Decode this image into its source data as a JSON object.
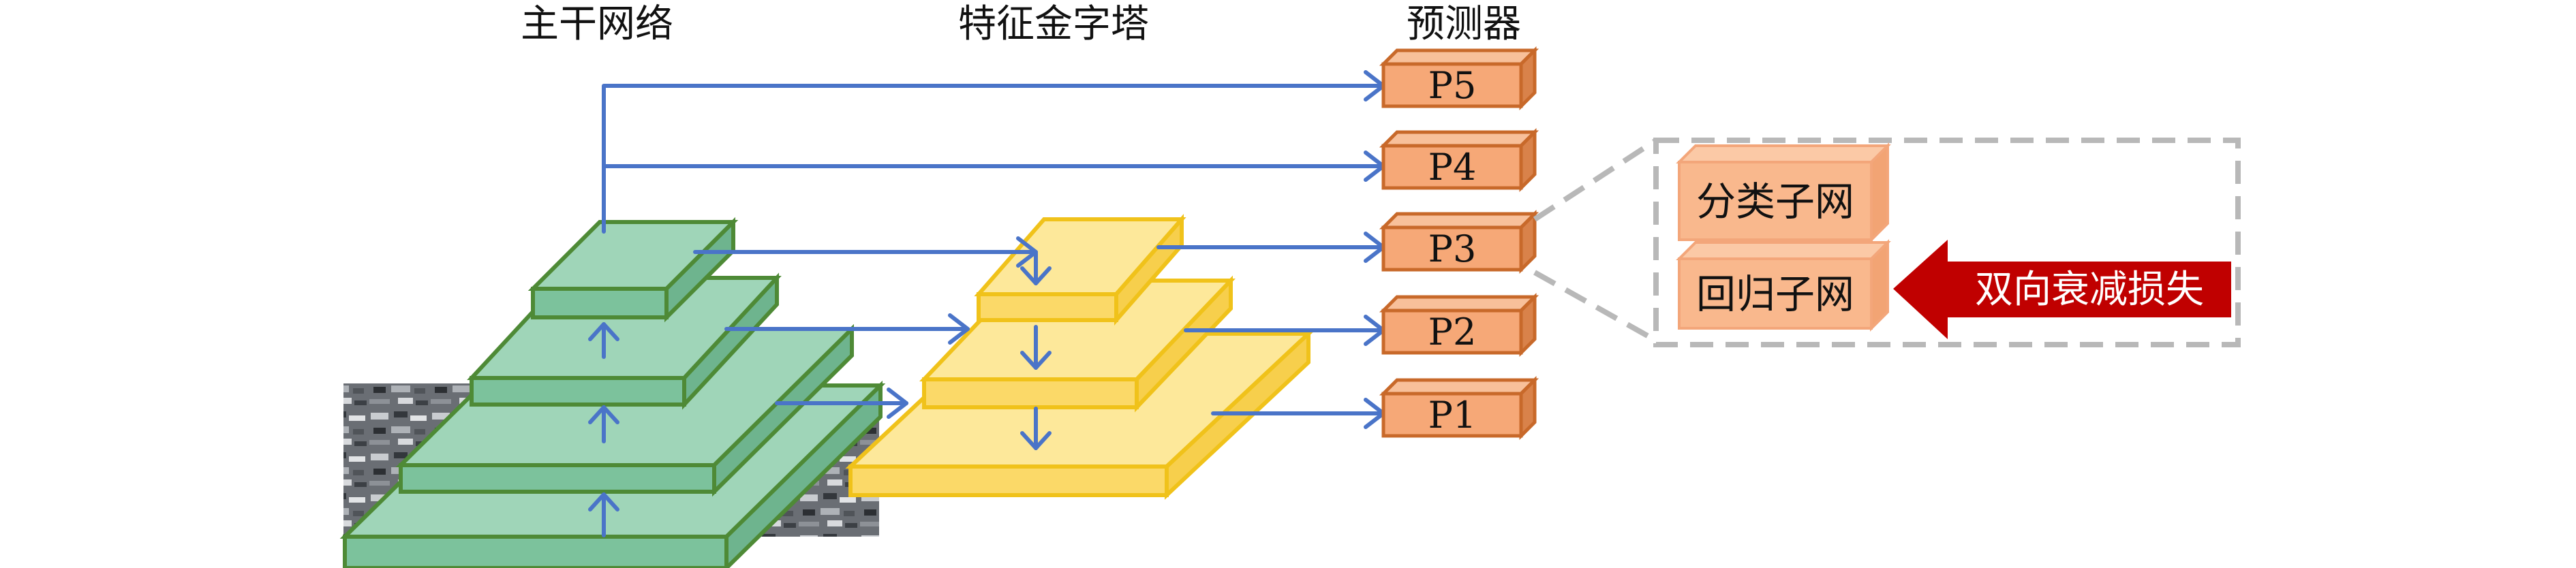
{
  "columns": {
    "backbone": "主干网络",
    "fpn": "特征金字塔",
    "predictor": "预测器"
  },
  "predictors": [
    "P5",
    "P4",
    "P3",
    "P2",
    "P1"
  ],
  "subnets": {
    "classification": "分类子网",
    "regression": "回归子网"
  },
  "loss_label": "双向衰减损失",
  "colors": {
    "backbone_fill": "#9fd5b8",
    "backbone_stroke": "#4e8a36",
    "fpn_fill": "#fde89a",
    "fpn_stroke": "#f0c21a",
    "predictor_fill": "#f6a877",
    "predictor_stroke": "#c8692a",
    "arrow": "#4a74c8",
    "loss_fill": "#c00000",
    "dashed_box": "#b8b8b8"
  }
}
